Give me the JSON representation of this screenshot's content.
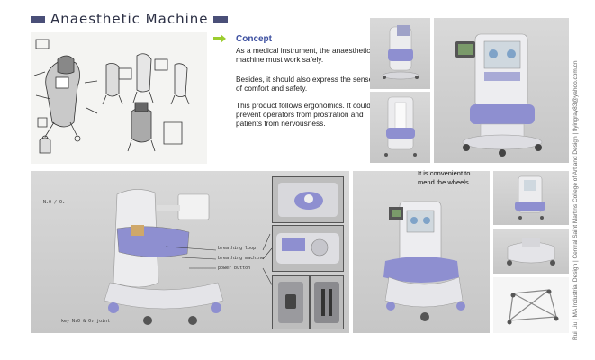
{
  "header": {
    "title": "Anaesthetic Machine"
  },
  "concept": {
    "heading": "Concept",
    "p1": "As a medical instrument, the anaesthetic machine must work safely.",
    "p2": "Besides, it should also express the sense of comfort and safety.",
    "p3": "This product follows ergonomics. It could prevent operators from prostration and patients from nervousness."
  },
  "main_render": {
    "label_gas": "N₂O / O₂",
    "label_breathing_loop": "breathing loop",
    "label_breathing_machine": "breathing machine",
    "label_power_button": "power button",
    "label_key": "key N₂O & O₂ joint"
  },
  "wheels_note": "It is convenient to mend the wheels.",
  "credit": "Rui Liu | MA Industrial Design | Central Saint Martins College of Art and Design | flyingray83@yahoo.com.cn",
  "colors": {
    "accent": "#9ccd2f",
    "heading": "#3c4fa0",
    "machine_body": "#e9e9ec",
    "machine_lavender": "#8e8fd0"
  }
}
